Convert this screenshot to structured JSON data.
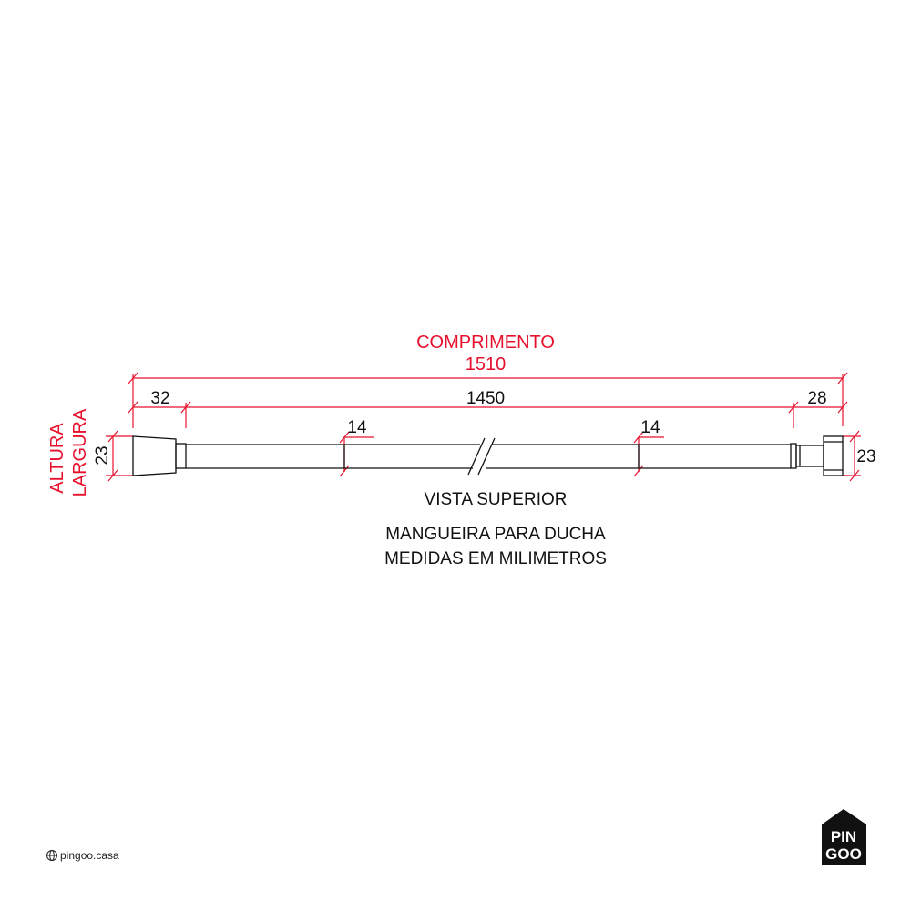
{
  "colors": {
    "dimension_red": "#e8112d",
    "outline": "#111111",
    "logo_bg": "#111111"
  },
  "dimensions": {
    "length_label": "COMPRIMENTO",
    "total_length": "1510",
    "end_left": "32",
    "hose_middle": "1450",
    "end_right": "28",
    "marker_left": "14",
    "marker_right": "14",
    "height_label": "ALTURA",
    "width_label": "LARGURA",
    "left_height": "23",
    "right_height": "23"
  },
  "captions": {
    "view": "VISTA SUPERIOR",
    "product": "MANGUEIRA PARA DUCHA",
    "units": "MEDIDAS EM MILIMETROS"
  },
  "branding": {
    "site": "pingoo.casa",
    "site_icon": "globe-icon",
    "logo_line1": "PIN",
    "logo_line2": "GOO"
  }
}
